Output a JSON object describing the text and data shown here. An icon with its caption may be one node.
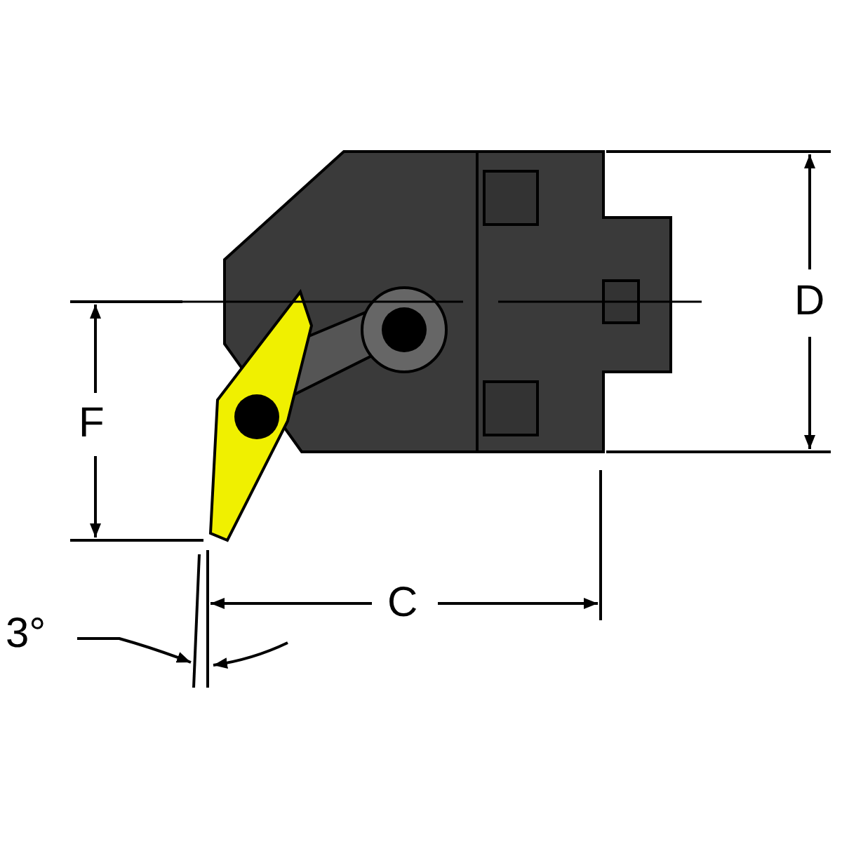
{
  "diagram": {
    "labels": [
      "D",
      "F",
      "C",
      "3°"
    ]
  }
}
